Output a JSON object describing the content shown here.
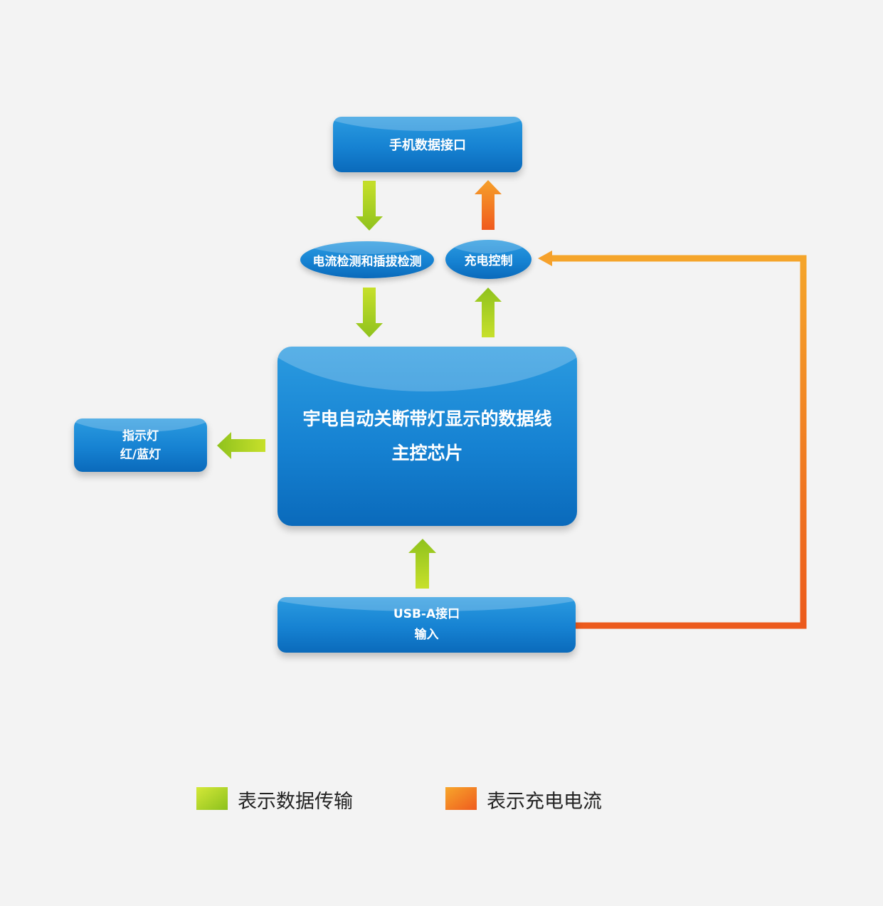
{
  "nodes": {
    "phone_interface": "手机数据接口",
    "current_detect": "电流检测和插拔检测",
    "charge_control": "充电控制",
    "main_chip_line1": "宇电自动关断带灯显示的数据线",
    "main_chip_line2": "主控芯片",
    "indicator_line1": "指示灯",
    "indicator_line2": "红/蓝灯",
    "usb_line1": "USB-A接口",
    "usb_line2": "输入"
  },
  "legend": {
    "data_label": "表示数据传输",
    "data_color": "#9dcc1a",
    "current_label": "表示充电电流",
    "current_color": "#f07a22"
  },
  "colors": {
    "box_blue": "#1682d2",
    "background": "#f3f3f3"
  }
}
